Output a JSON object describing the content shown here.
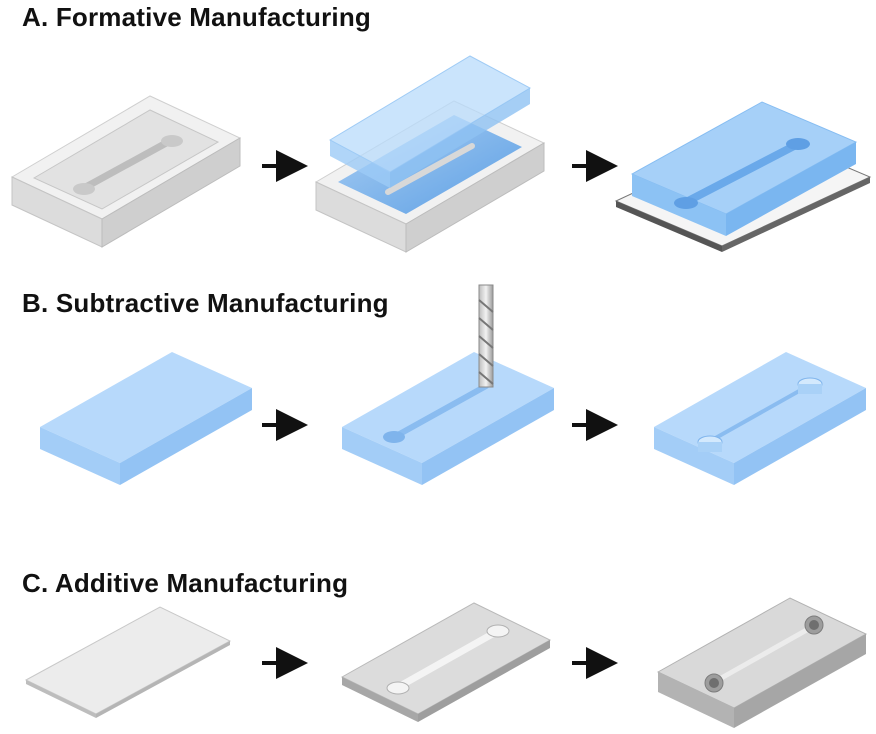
{
  "panels": [
    {
      "id": "A",
      "title": "A. Formative Manufacturing",
      "steps": [
        "mold",
        "poured-resin-and-lid",
        "cast-device-on-glass-slide"
      ]
    },
    {
      "id": "B",
      "title": "B. Subtractive Manufacturing",
      "steps": [
        "plastic-block",
        "milling-channel",
        "milled-device-with-ports"
      ]
    },
    {
      "id": "C",
      "title": "C. Additive Manufacturing",
      "steps": [
        "thin-sheet",
        "first-printed-layer",
        "completed-printed-device"
      ]
    }
  ],
  "colors": {
    "mold_gray": "#e6e6e6",
    "resin_blue": "#a9d1f7",
    "resin_blue_dark": "#3b8fe0",
    "printed_gray": "#d9d9d9",
    "arrow": "#111111"
  },
  "icons": [
    "arrow-right-icon",
    "end-mill-drill-bit-icon"
  ]
}
